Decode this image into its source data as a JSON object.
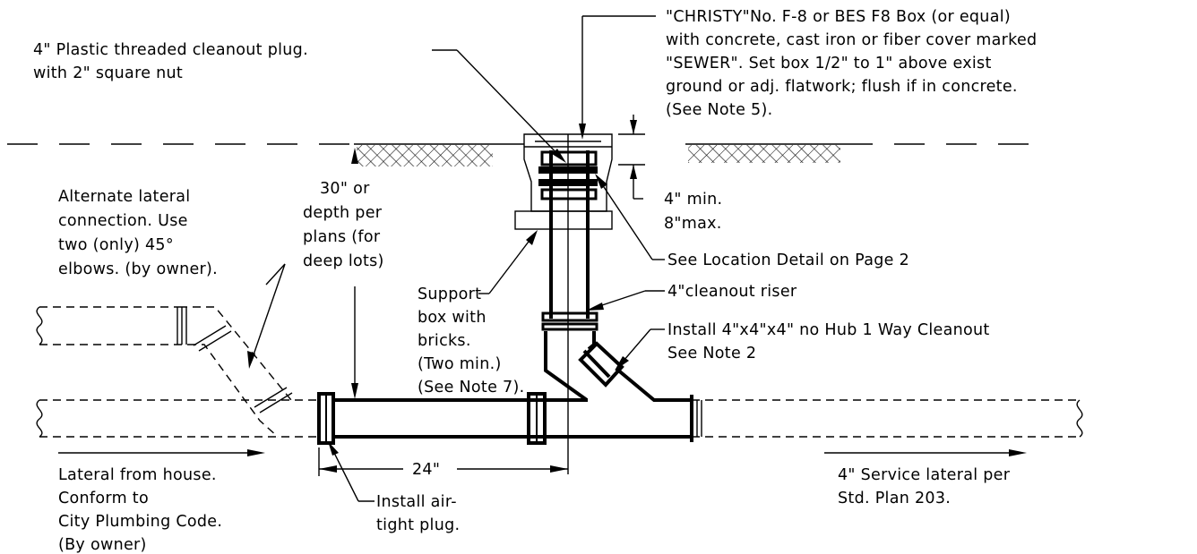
{
  "notes": {
    "box": [
      "\"CHRISTY\"No. F-8 or BES F8 Box (or equal)",
      "with concrete, cast iron or fiber cover marked",
      "\"SEWER\". Set box 1/2\" to 1\" above exist",
      "ground or adj. flatwork; flush if in concrete.",
      "(See Note 5)."
    ],
    "plug": [
      "4\" Plastic threaded cleanout plug.",
      "with 2\" square nut"
    ],
    "alternate": [
      "Alternate lateral",
      "connection. Use",
      "two (only) 45°",
      "elbows. (by owner)."
    ],
    "depth": [
      "30\" or",
      "depth per",
      "plans (for",
      "deep lots)"
    ],
    "min_max": [
      "4\" min.",
      "8\"max."
    ],
    "location": "See Location Detail on Page 2",
    "riser": "4\"cleanout riser",
    "support": [
      "Support",
      "box with",
      "bricks.",
      "(Two min.)",
      "(See Note 7)."
    ],
    "cleanout": [
      "Install 4\"x4\"x4\" no Hub 1 Way Cleanout",
      "See Note 2"
    ],
    "dim_24": "24\"",
    "lateral_house": [
      "Lateral from house.",
      "Conform to",
      "City Plumbing Code.",
      "(By owner)"
    ],
    "service": [
      "4\" Service lateral per",
      "Std. Plan 203."
    ],
    "airtight": [
      "Install air-",
      "tight plug."
    ]
  }
}
